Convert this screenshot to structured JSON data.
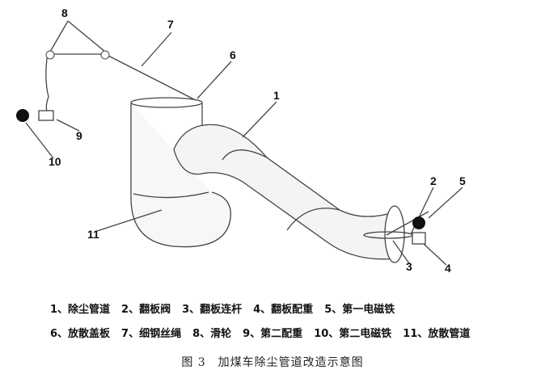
{
  "callouts": [
    "1",
    "2",
    "3",
    "4",
    "5",
    "6",
    "7",
    "8",
    "9",
    "10",
    "11"
  ],
  "legend": {
    "row1": [
      "1、除尘管道",
      "2、翻板阀",
      "3、翻板连杆",
      "4、翻板配重",
      "5、第一电磁铁"
    ],
    "row2": [
      "6、放散盖板",
      "7、细钢丝绳",
      "8、滑轮",
      "9、第二配重",
      "10、第二电磁铁",
      "11、放散管道"
    ]
  },
  "caption": "图 3　加煤车除尘管道改造示意图"
}
